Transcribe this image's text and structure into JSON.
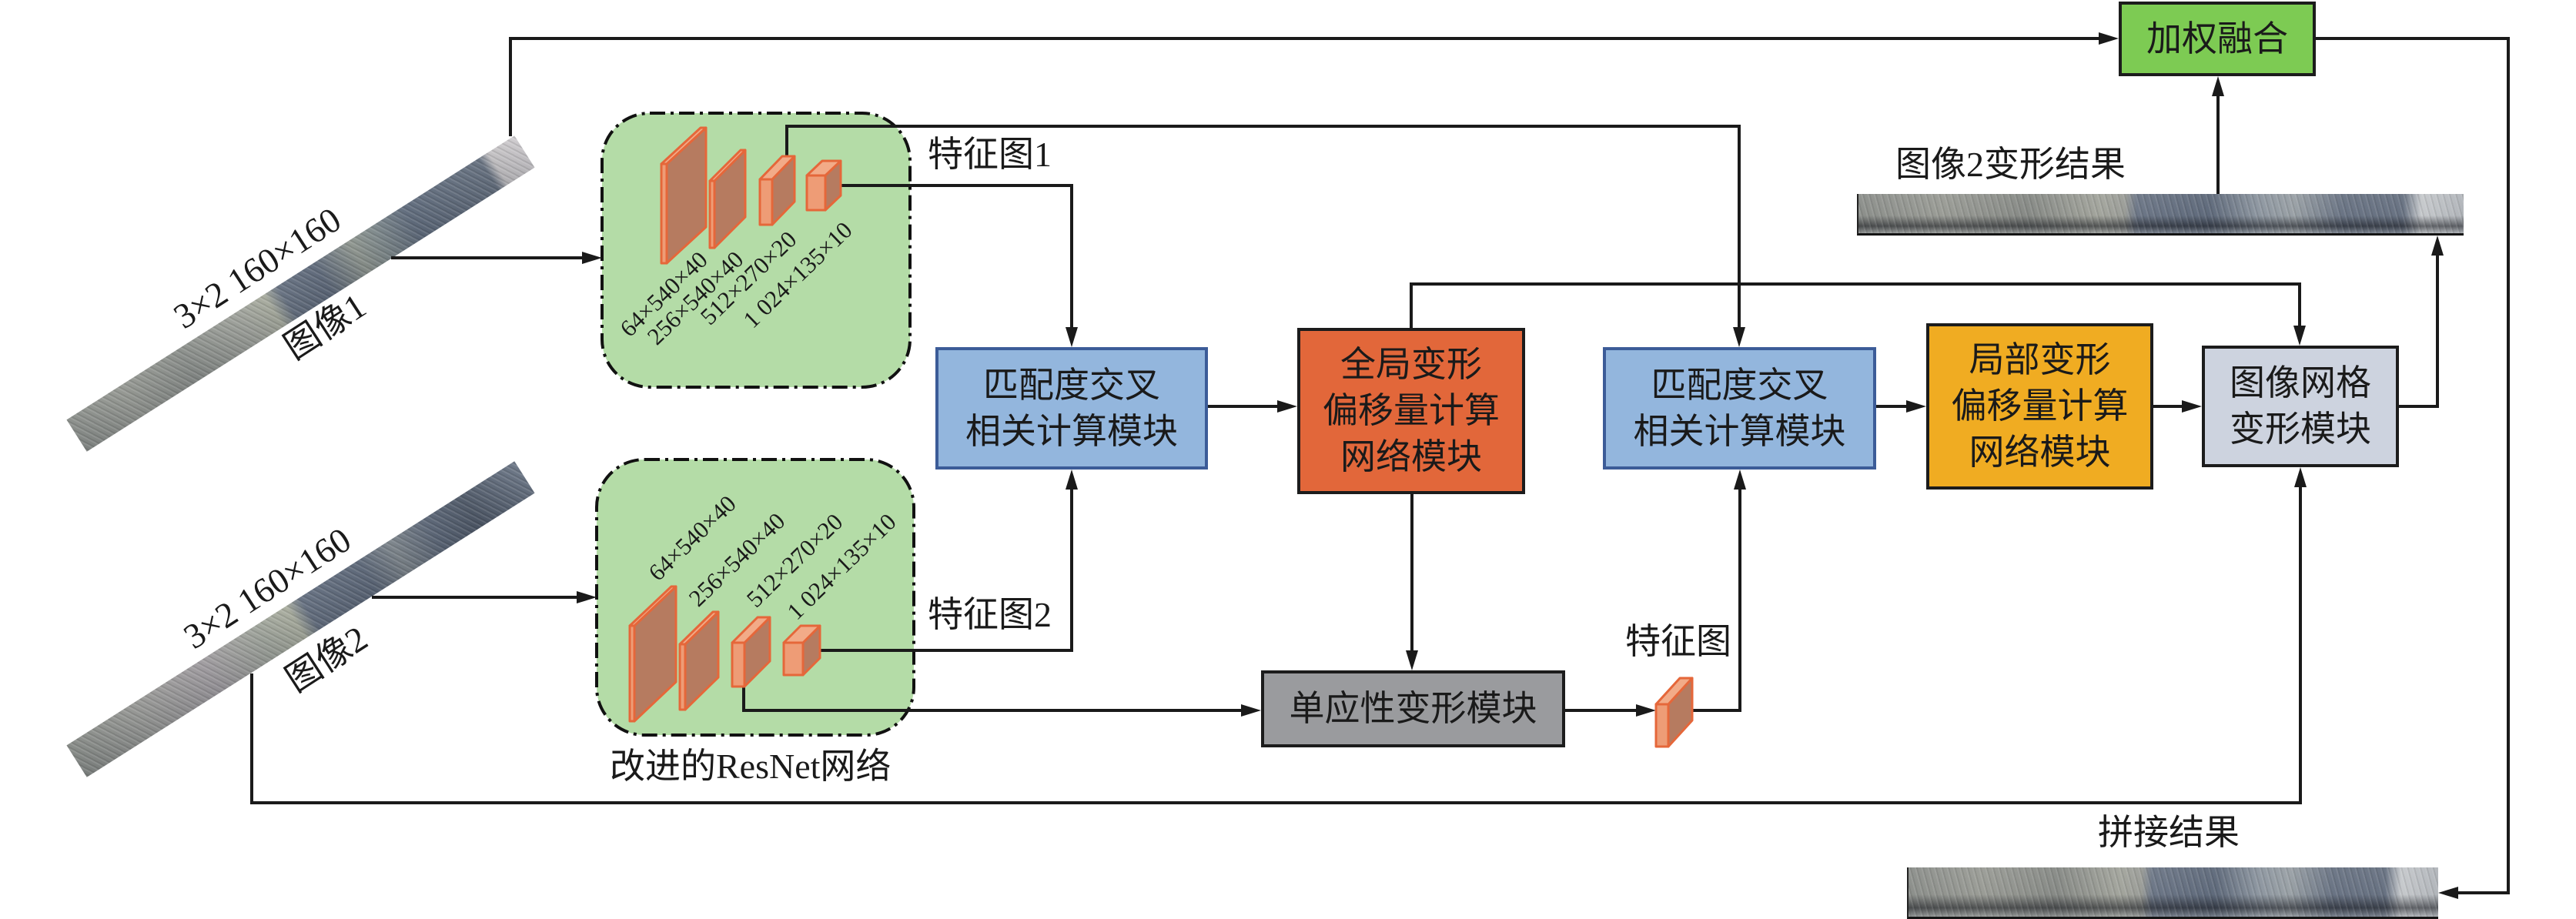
{
  "figure": {
    "inputs": {
      "image1": {
        "name": "图像1",
        "dims": "3×2 160×160"
      },
      "image2": {
        "name": "图像2",
        "dims": "3×2 160×160"
      }
    },
    "resnet": {
      "caption": "改进的ResNet网络",
      "layer_dims": [
        "64×540×40",
        "256×540×40",
        "512×270×20",
        "1 024×135×10"
      ]
    },
    "feature_labels": {
      "map1": "特征图1",
      "map2": "特征图2",
      "warped_map": "特征图"
    },
    "modules": {
      "correlation_1": {
        "lines": [
          "匹配度交叉",
          "相关计算模块"
        ],
        "fill": "#93b6dd"
      },
      "global_offset": {
        "lines": [
          "全局变形",
          "偏移量计算",
          "网络模块"
        ],
        "fill": "#e2673a"
      },
      "correlation_2": {
        "lines": [
          "匹配度交叉",
          "相关计算模块"
        ],
        "fill": "#93b6dd"
      },
      "local_offset": {
        "lines": [
          "局部变形",
          "偏移量计算",
          "网络模块"
        ],
        "fill": "#f0ac22"
      },
      "grid_warp": {
        "lines": [
          "图像网格",
          "变形模块"
        ],
        "fill": "#cdd3df"
      },
      "homography": {
        "lines": [
          "单应性变形模块"
        ],
        "fill": "#9a9b9e"
      },
      "weighted_fusion": {
        "lines": [
          "加权融合"
        ],
        "fill": "#7dcb53"
      }
    },
    "outputs": {
      "warped_image2": "图像2变形结果",
      "stitched": "拼接结果"
    },
    "colors": {
      "resnet_fill": "#b4dca7",
      "resnet_border": "#111111",
      "feature_block_front": "#ee9c76",
      "feature_block_top": "#f2ab88",
      "feature_block_side": "#b67b60",
      "feature_block_edge": "#e5673a",
      "connector": "#1a1a1a"
    }
  }
}
